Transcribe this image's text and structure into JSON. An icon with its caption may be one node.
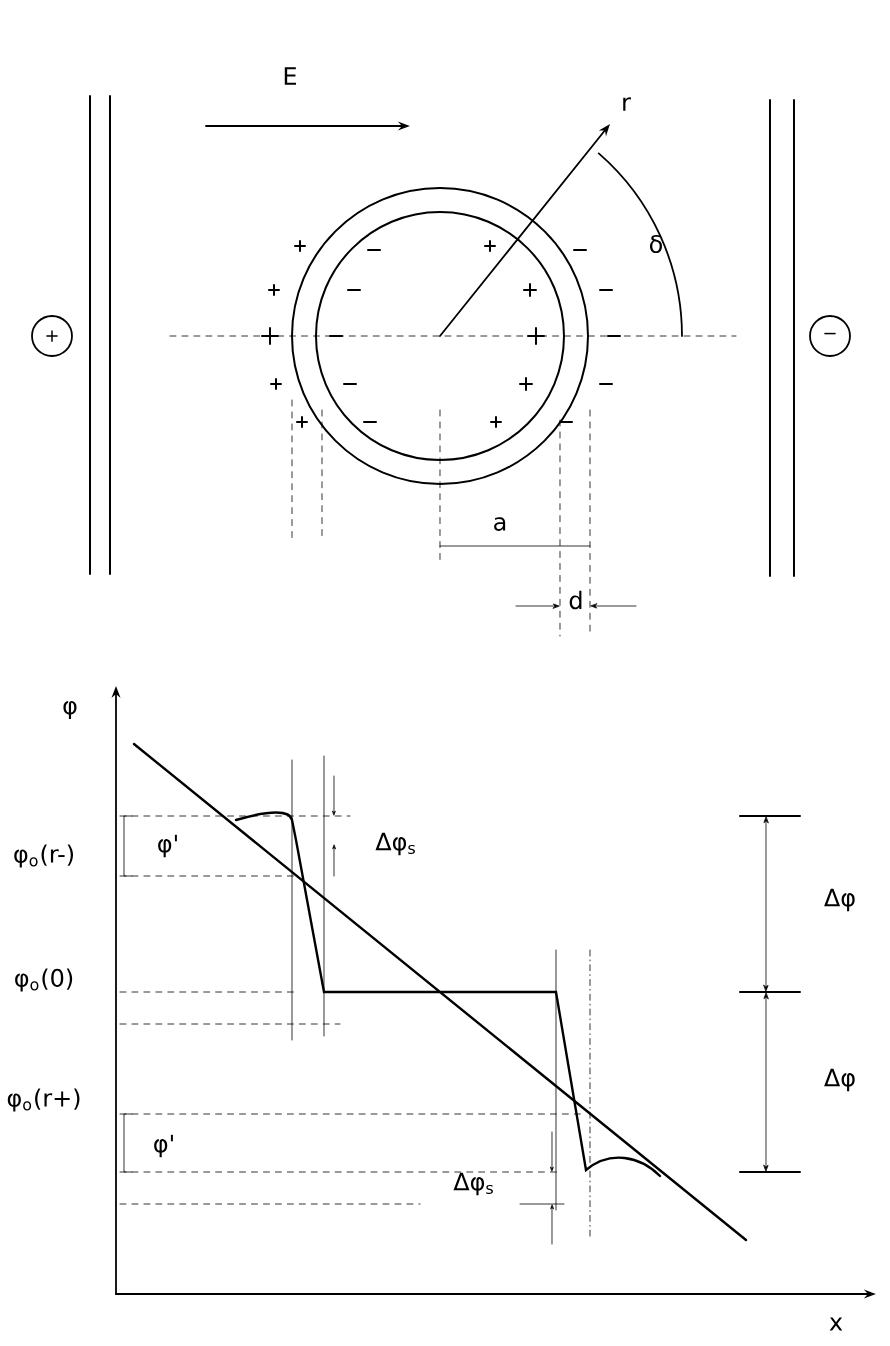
{
  "diagram": {
    "nodes": [
      {
        "text": [
          "+"
        ]
      },
      {
        "text": [
          "−"
        ]
      }
    ],
    "labels": [
      "E",
      "r",
      "δ",
      "a",
      "d",
      "φ",
      "φ$_{o}$(r-)",
      "φ'",
      "Δφ$_{s}$",
      "Δφ",
      "φ$_{o}$(0)",
      "φ$_{o}$(r+)",
      "Δφ",
      "φ'",
      "Δφ$_{s}$",
      "x"
    ]
  }
}
